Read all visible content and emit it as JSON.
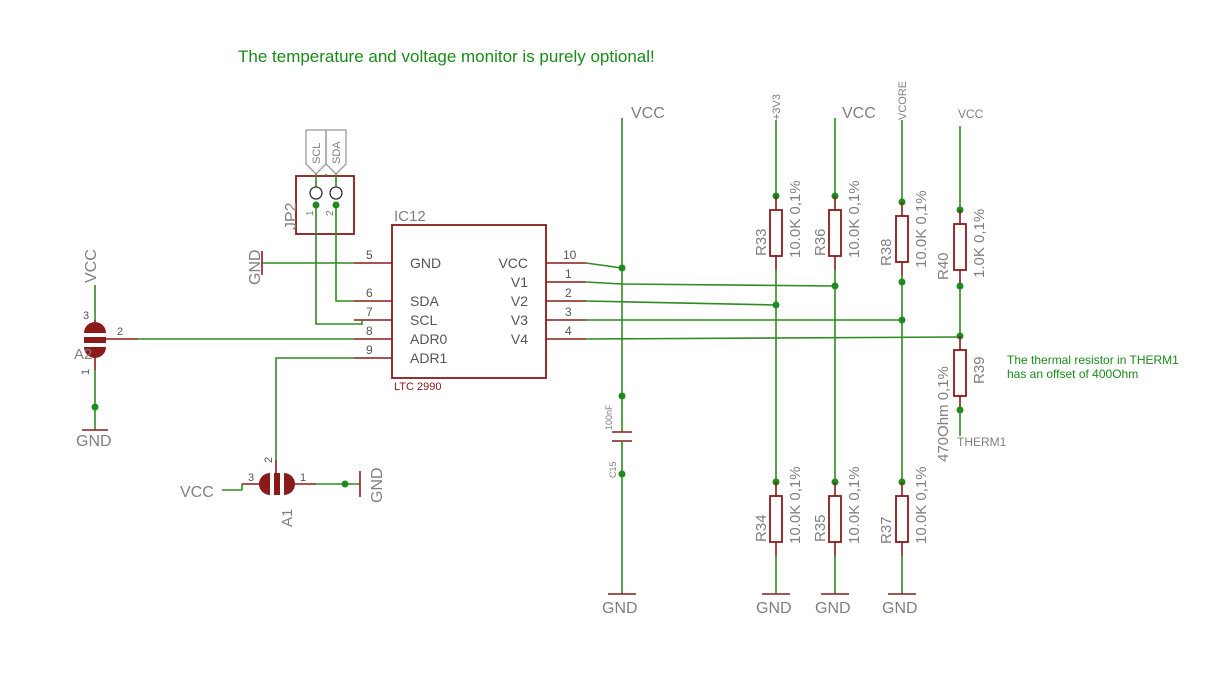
{
  "note_title": "The temperature and voltage monitor is purely optional!",
  "note_therm_line1": "The thermal resistor in THERM1",
  "note_therm_line2": "has an offset of 400Ohm",
  "ic": {
    "ref": "IC12",
    "value": "LTC 2990",
    "left_pins": [
      {
        "num": "5",
        "name": "GND"
      },
      {
        "num": "6",
        "name": "SDA"
      },
      {
        "num": "7",
        "name": "SCL"
      },
      {
        "num": "8",
        "name": "ADR0"
      },
      {
        "num": "9",
        "name": "ADR1"
      }
    ],
    "right_pins": [
      {
        "num": "10",
        "name": "VCC"
      },
      {
        "num": "1",
        "name": "V1"
      },
      {
        "num": "2",
        "name": "V2"
      },
      {
        "num": "3",
        "name": "V3"
      },
      {
        "num": "4",
        "name": "V4"
      }
    ]
  },
  "jp2": {
    "ref": "JP2",
    "pin1": "1",
    "pin2": "2",
    "label_scl": "SCL",
    "label_sda": "SDA"
  },
  "a2": {
    "ref": "A2",
    "pin1": "1",
    "pin2": "2",
    "pin3": "3"
  },
  "a1": {
    "ref": "A1",
    "pin1": "1",
    "pin2": "2",
    "pin3": "3"
  },
  "c15": {
    "ref": "C15",
    "value": "100nF"
  },
  "resistors": {
    "r33": {
      "ref": "R33",
      "value": "10.0K 0,1%"
    },
    "r34": {
      "ref": "R34",
      "value": "10.0K 0,1%"
    },
    "r35": {
      "ref": "R35",
      "value": "10.0K 0,1%"
    },
    "r36": {
      "ref": "R36",
      "value": "10.0K 0,1%"
    },
    "r37": {
      "ref": "R37",
      "value": "10.0K 0,1%"
    },
    "r38": {
      "ref": "R38",
      "value": "10.0K 0,1%"
    },
    "r39": {
      "ref": "R39",
      "value": "470Ohm 0,1%"
    },
    "r40": {
      "ref": "R40",
      "value": "1.0K 0,1%"
    }
  },
  "nets": {
    "vcc": "VCC",
    "gnd": "GND",
    "v3v3": "+3V3",
    "vcore": "VCORE",
    "therm1": "THERM1"
  }
}
